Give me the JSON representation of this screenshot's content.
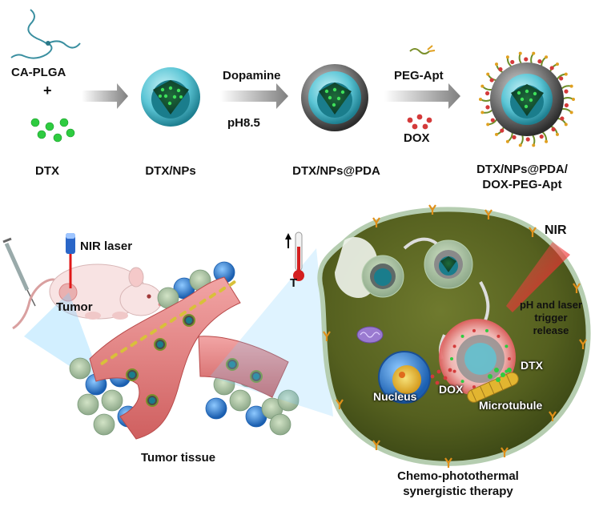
{
  "synthesis": {
    "polymer": "CA-PLGA",
    "plus": "+",
    "drug": "DTX",
    "step1_product": "DTX/NPs",
    "step2_reagent": "Dopamine",
    "step2_condition": "pH8.5",
    "step2_product": "DTX/NPs@PDA",
    "step3_reagent_a": "PEG-Apt",
    "step3_reagent_b": "DOX",
    "final_product_line1": "DTX/NPs@PDA/",
    "final_product_line2": "DOX-PEG-Apt"
  },
  "in_vivo": {
    "laser": "NIR laser",
    "tumor": "Tumor",
    "temperature": "T",
    "tissue": "Tumor tissue"
  },
  "cell": {
    "nir": "NIR",
    "release_line1": "pH and laser",
    "release_line2": "trigger",
    "release_line3": "release",
    "drug_dtx": "DTX",
    "drug_dox": "DOX",
    "nucleus": "Nucleus",
    "microtubule": "Microtubule",
    "therapy_line1": "Chemo-photothermal",
    "therapy_line2": "synergistic therapy"
  },
  "colors": {
    "drug_green": "#2ecc40",
    "shell_cyan": "#5cc6d6",
    "pda_gray": "#6a6a6a",
    "dox_red": "#d43a3a",
    "vessel_pink": "#e98a8a",
    "cell_olive": "#7d8a3c",
    "laser_red": "#e01818"
  }
}
